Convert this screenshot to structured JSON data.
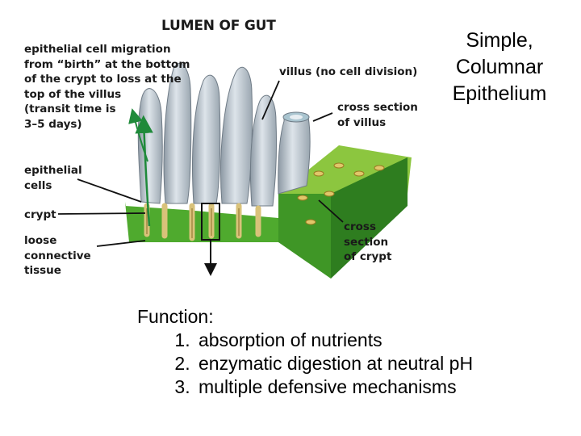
{
  "slide": {
    "title": "Simple,\nColumnar\nEpithelium",
    "function_heading": "Function:",
    "functions": [
      "absorption of nutrients",
      "enzymatic digestion at neutral pH",
      "multiple defensive mechanisms"
    ]
  },
  "diagram": {
    "lumen_label": "LUMEN OF GUT",
    "migration_label": "epithelial cell migration\nfrom “birth” at the bottom\nof the crypt to loss at the\ntop of the villus\n(transit time is\n3–5 days)",
    "villus_label": "villus (no cell division)",
    "villus_section_label": "cross section\nof villus",
    "epithelial_cells_label": "epithelial\ncells",
    "crypt_label": "crypt",
    "connective_tissue_label": "loose\nconnective\ntissue",
    "crypt_section_label": "cross\nsection\nof crypt"
  },
  "colors": {
    "tissue_green": "#4faa2e",
    "top_surface_green": "#8cc63f",
    "dark_side_green": "#2e7d1f",
    "villus_gray": "#b8c3cc",
    "villus_shadow": "#8d99a4",
    "crypt_tan": "#d9c27a",
    "arrow_green": "#1f8a3a"
  }
}
